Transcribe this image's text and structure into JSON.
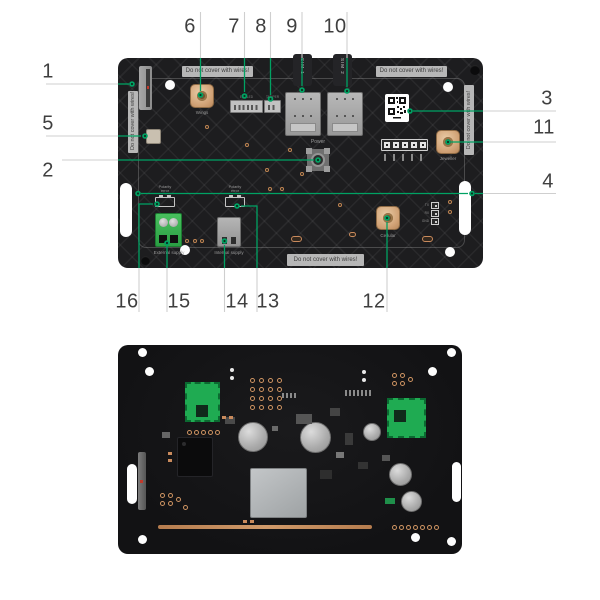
{
  "callouts": [
    "1",
    "2",
    "3",
    "4",
    "5",
    "6",
    "7",
    "8",
    "9",
    "10",
    "11",
    "12",
    "13",
    "14",
    "15",
    "16"
  ],
  "labels": {
    "do_not_cover": "Do not cover with wires!",
    "wings": "Wings",
    "jeweller": "Jeweller",
    "cellular": "Cellular",
    "power": "Power",
    "sim1": "SIM 1",
    "sim2": "SIM 2",
    "ext_led": "EXT LED",
    "tamper": "TAMPER",
    "polarity_error": "Polarity error",
    "external_supply": "External supply",
    "internal_supply": "Internal supply",
    "tx": "TX",
    "rx": "RX",
    "gnd": "GND"
  },
  "colors": {
    "callout_line_green": "#00a263",
    "callout_line_gray": "#cfcfcf",
    "front_board": "#1d1d1f",
    "back_board": "#141416",
    "supply_green": "#2fae4e",
    "patch_green": "#1fab52",
    "antenna_tan": "#d8b28d",
    "badge_gray": "#b7b7b7"
  }
}
